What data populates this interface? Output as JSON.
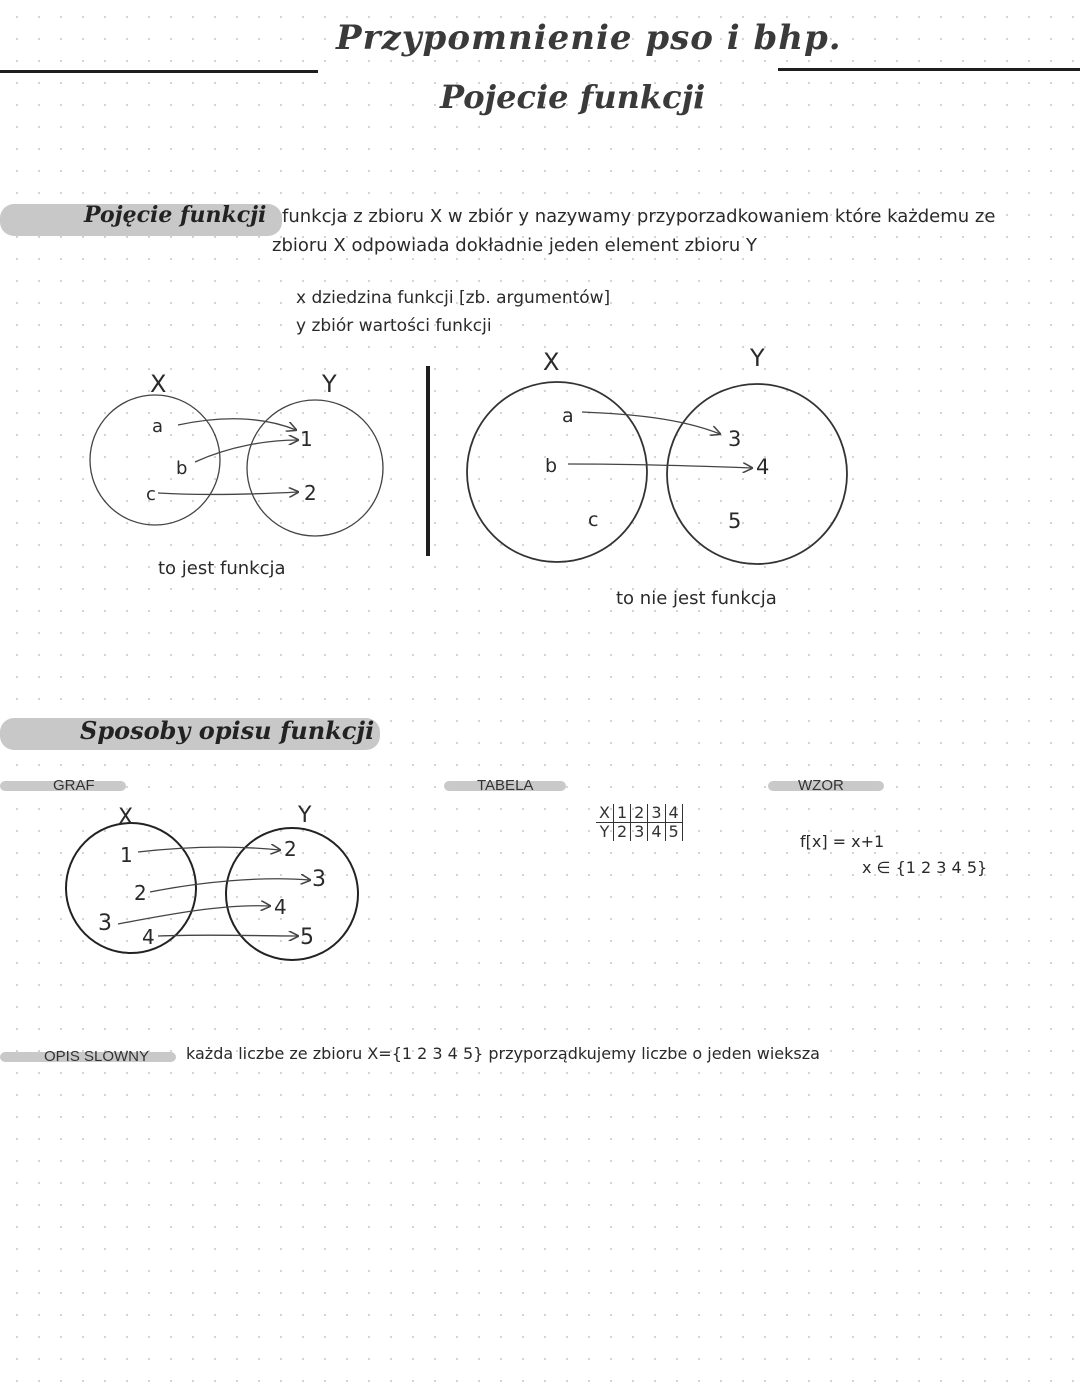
{
  "header": {
    "title_line1": "Przypomnienie pso i bhp.",
    "title_line2": "Pojecie funkcji"
  },
  "definition": {
    "label": "Pojęcie funkcji",
    "line1": "funkcja z zbioru X w zbiór y nazywamy przyporzadkowaniem które każdemu ze",
    "line2": "zbioru X odpowiada dokładnie jeden element zbioru Y",
    "domain_note": "x dziedzina funkcji [zb. argumentów]",
    "range_note": "y zbiór wartości funkcji"
  },
  "example_function": {
    "set_x_label": "X",
    "set_y_label": "Y",
    "x_elements": [
      "a",
      "b",
      "c"
    ],
    "y_elements": [
      "1",
      "2"
    ],
    "caption": "to jest funkcja"
  },
  "example_not_function": {
    "set_x_label": "X",
    "set_y_label": "Y",
    "x_elements": [
      "a",
      "b",
      "c"
    ],
    "y_elements": [
      "3",
      "4",
      "5"
    ],
    "caption": "to nie jest funkcja"
  },
  "methods": {
    "heading": "Sposoby opisu funkcji",
    "graph": {
      "tag": "GRAF",
      "set_x_label": "X",
      "set_y_label": "Y",
      "x_elements": [
        "1",
        "2",
        "3",
        "4"
      ],
      "y_elements": [
        "2",
        "3",
        "4",
        "5"
      ]
    },
    "table": {
      "tag": "TABELA",
      "row_x_label": "X",
      "row_y_label": "Y",
      "x_values": [
        "1",
        "2",
        "3",
        "4"
      ],
      "y_values": [
        "2",
        "3",
        "4",
        "5"
      ]
    },
    "formula": {
      "tag": "WZOR",
      "line1": "f[x] = x+1",
      "line2": "x ∈ {1 2 3 4 5}"
    },
    "verbal": {
      "tag": "OPIS SLOWNY",
      "text": "każda liczbe ze zbioru X={1 2 3 4 5} przyporządkujemy liczbe o jeden wieksza"
    }
  }
}
